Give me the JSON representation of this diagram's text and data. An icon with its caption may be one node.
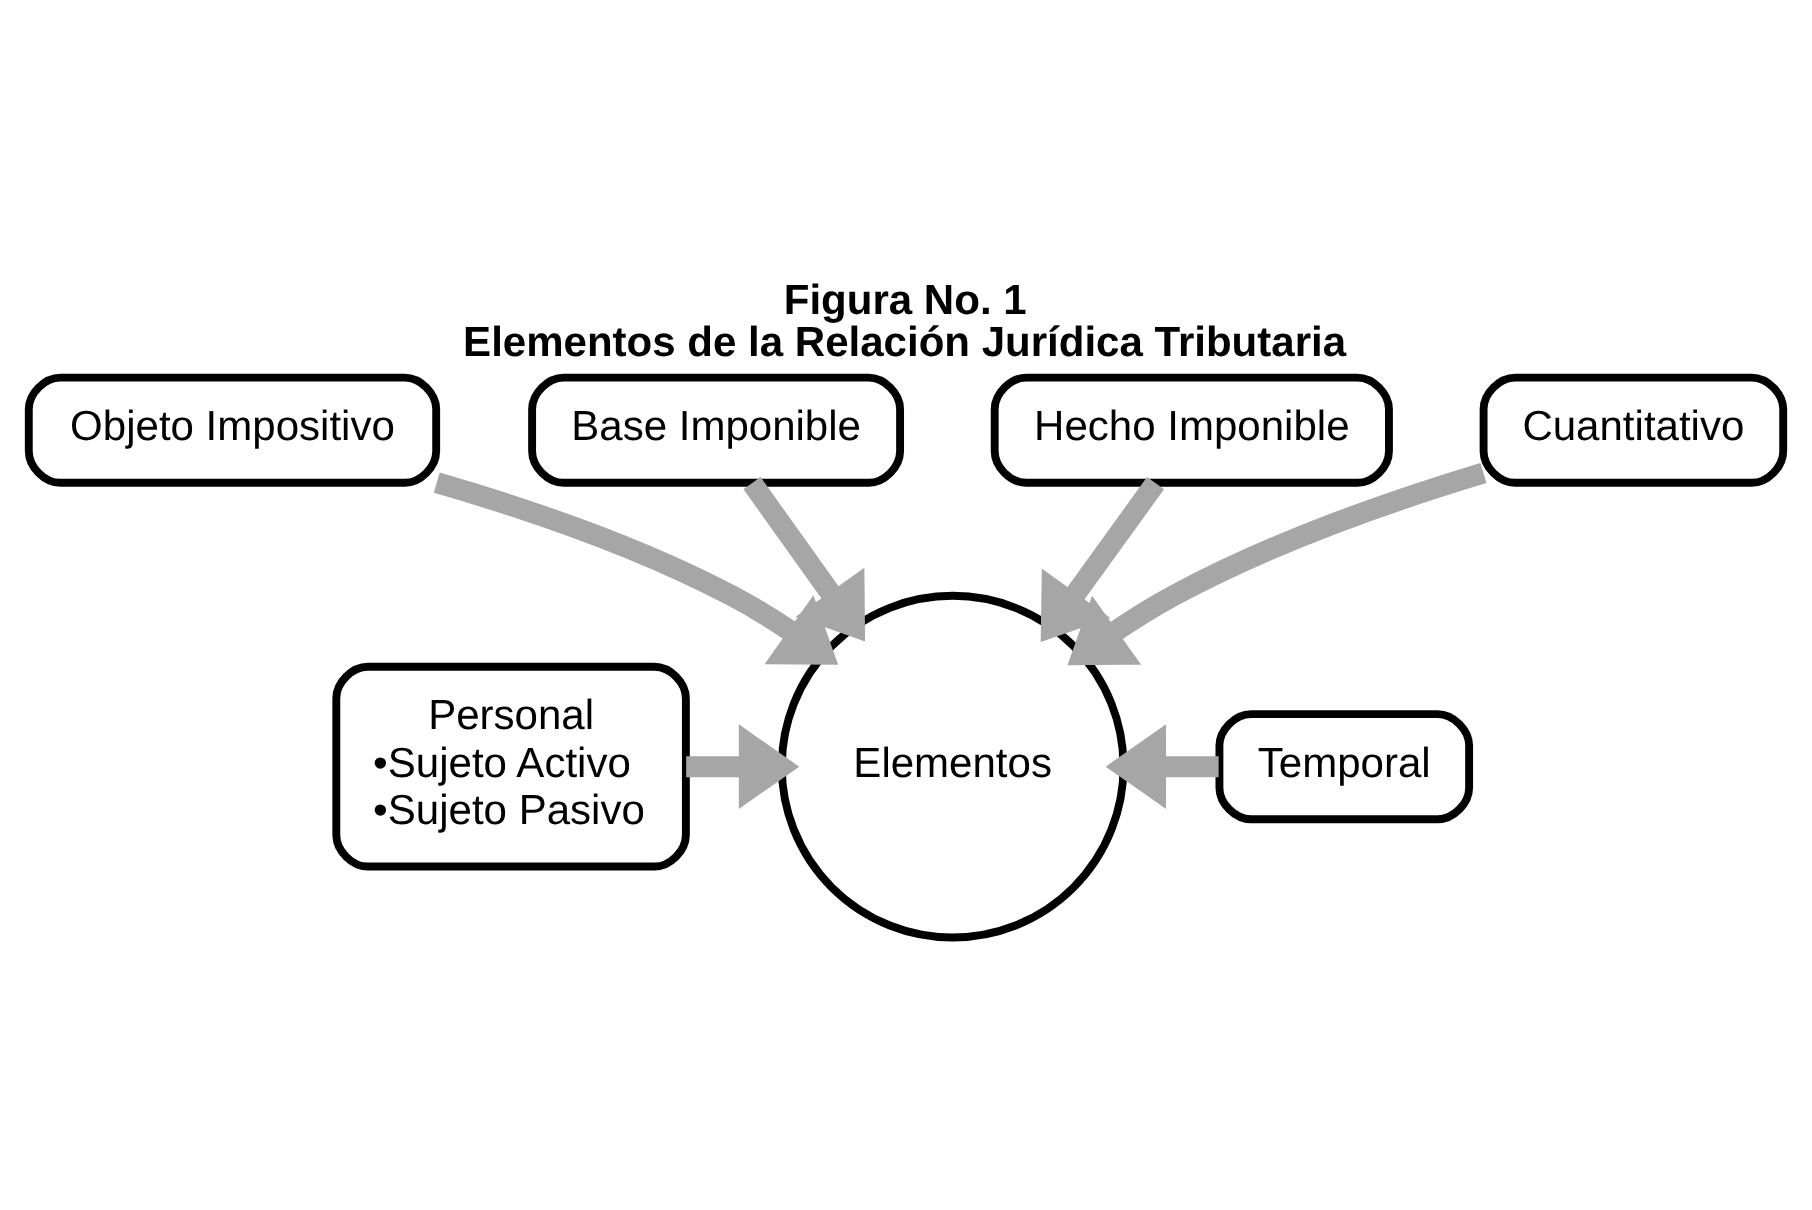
{
  "diagram": {
    "title": "Figura No. 1",
    "caption": "Elementos de la Relación Jurídica Tributaria",
    "nodes": [
      {
        "text": [
          "Objeto Impositivo"
        ]
      },
      {
        "text": [
          "Base Imponible"
        ]
      },
      {
        "text": [
          "Hecho Imponible"
        ]
      },
      {
        "text": [
          "Cuantitativo"
        ]
      },
      {
        "text": [
          "Personal",
          "•Sujeto Activo",
          "•Sujeto Pasivo"
        ]
      },
      {
        "text": [
          "Elementos"
        ]
      },
      {
        "text": [
          "Temporal"
        ]
      }
    ],
    "edges": [
      {
        "from": 0,
        "to": 5,
        "arrow": "to"
      },
      {
        "from": 1,
        "to": 5,
        "arrow": "to"
      },
      {
        "from": 2,
        "to": 5,
        "arrow": "to"
      },
      {
        "from": 3,
        "to": 5,
        "arrow": "to"
      },
      {
        "from": 4,
        "to": 5,
        "arrow": "to"
      },
      {
        "from": 6,
        "to": 5,
        "arrow": "to"
      }
    ]
  }
}
